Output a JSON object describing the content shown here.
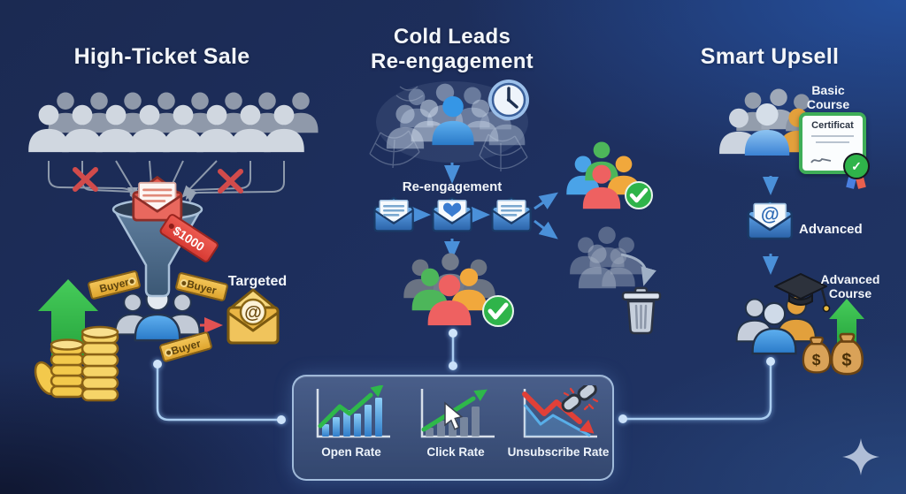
{
  "sections": {
    "high_ticket": {
      "title": "High-Ticket Sale",
      "price_tag": "$1000",
      "buyer_tag": "Buyer",
      "targeted_label": "Targeted"
    },
    "cold_leads": {
      "title": "Cold Leads\nRe-engagement",
      "stage_label": "Re-engagement"
    },
    "smart_upsell": {
      "title": "Smart Upsell",
      "basic_course_label": "Basic\nCourse",
      "certificate_label": "Certificat",
      "advanced_label": "Advanced",
      "advanced_course_label": "Advanced\nCourse"
    }
  },
  "metrics_panel": {
    "items": [
      {
        "label": "Open Rate"
      },
      {
        "label": "Click Rate"
      },
      {
        "label": "Unsubscribe Rate"
      }
    ]
  },
  "icons": {
    "at_symbol": "@",
    "dollar": "$",
    "check": "✓"
  },
  "colors": {
    "accent_green": "#2eb84a",
    "accent_red": "#e04038",
    "accent_blue": "#4a90d9",
    "gold": "#eab544",
    "panel_border": "#bad6f2"
  }
}
